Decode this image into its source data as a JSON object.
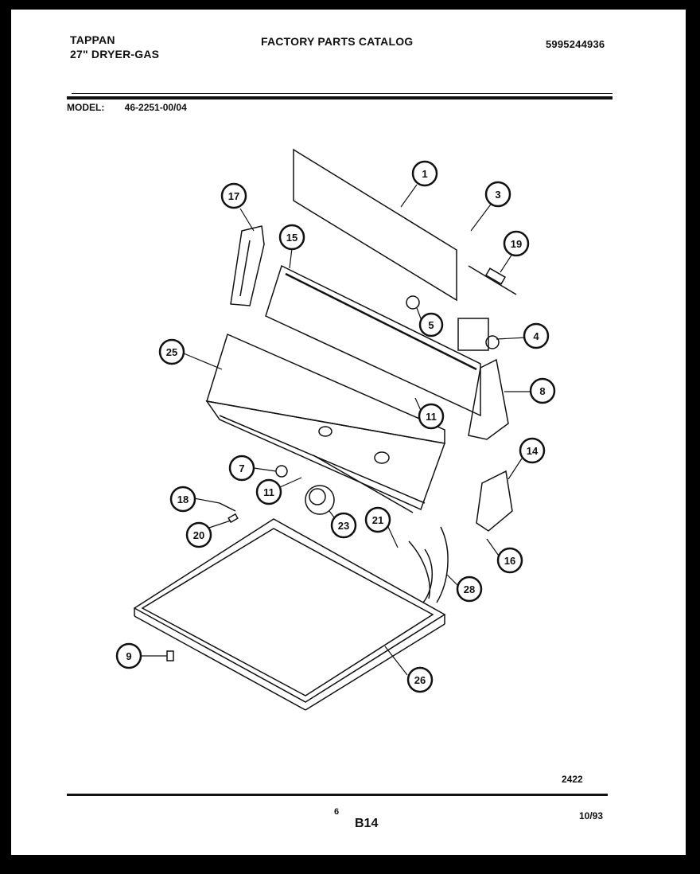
{
  "header": {
    "brand": "TAPPAN",
    "product": "27\" DRYER-GAS",
    "catalog_title": "FACTORY PARTS CATALOG",
    "catalog_number": "5995244936"
  },
  "model": {
    "label": "MODEL:",
    "value": "46-2251-00/04"
  },
  "callouts": [
    "1",
    "3",
    "17",
    "15",
    "19",
    "5",
    "4",
    "25",
    "8",
    "11",
    "7",
    "11",
    "14",
    "18",
    "20",
    "23",
    "21",
    "16",
    "28",
    "9",
    "26"
  ],
  "footer": {
    "diagram_code": "2422",
    "small_number": "6",
    "page_number": "B14",
    "date": "10/93"
  }
}
